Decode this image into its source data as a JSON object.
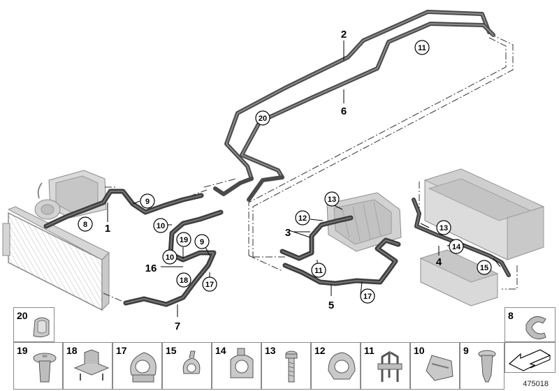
{
  "callouts": {
    "c1": "1",
    "c2": "2",
    "c3": "3",
    "c4": "4",
    "c5": "5",
    "c6": "6",
    "c7": "7",
    "c8": "8",
    "c9a": "9",
    "c9b": "9",
    "c10a": "10",
    "c10b": "10",
    "c11a": "11",
    "c11b": "11",
    "c12": "12",
    "c13a": "13",
    "c13b": "13",
    "c14": "14",
    "c15": "15",
    "c16": "16",
    "c17a": "17",
    "c17b": "17",
    "c18": "18",
    "c19": "19",
    "c20": "20"
  },
  "legend": {
    "top": [
      {
        "num": "20",
        "icon": "hose-clip-large-icon"
      },
      {
        "num": "8",
        "icon": "hose-clamp-icon"
      }
    ],
    "bottom": [
      {
        "num": "19",
        "icon": "expanding-rivet-icon"
      },
      {
        "num": "18",
        "icon": "spring-clip-icon"
      },
      {
        "num": "17",
        "icon": "double-holder-icon"
      },
      {
        "num": "15",
        "icon": "cable-clip-icon"
      },
      {
        "num": "14",
        "icon": "pipe-holder-icon"
      },
      {
        "num": "13",
        "icon": "bolt-icon"
      },
      {
        "num": "12",
        "icon": "clamp-holder-icon"
      },
      {
        "num": "11",
        "icon": "bracket-clip-icon"
      },
      {
        "num": "10",
        "icon": "retaining-clip-icon"
      },
      {
        "num": "9",
        "icon": "push-rivet-icon"
      },
      {
        "num": "",
        "icon": "arrow-indicator-icon"
      }
    ]
  },
  "reference": "475018",
  "colors": {
    "hose": "#4a4a4a",
    "component": "#bdbdbd",
    "line": "#222222"
  }
}
